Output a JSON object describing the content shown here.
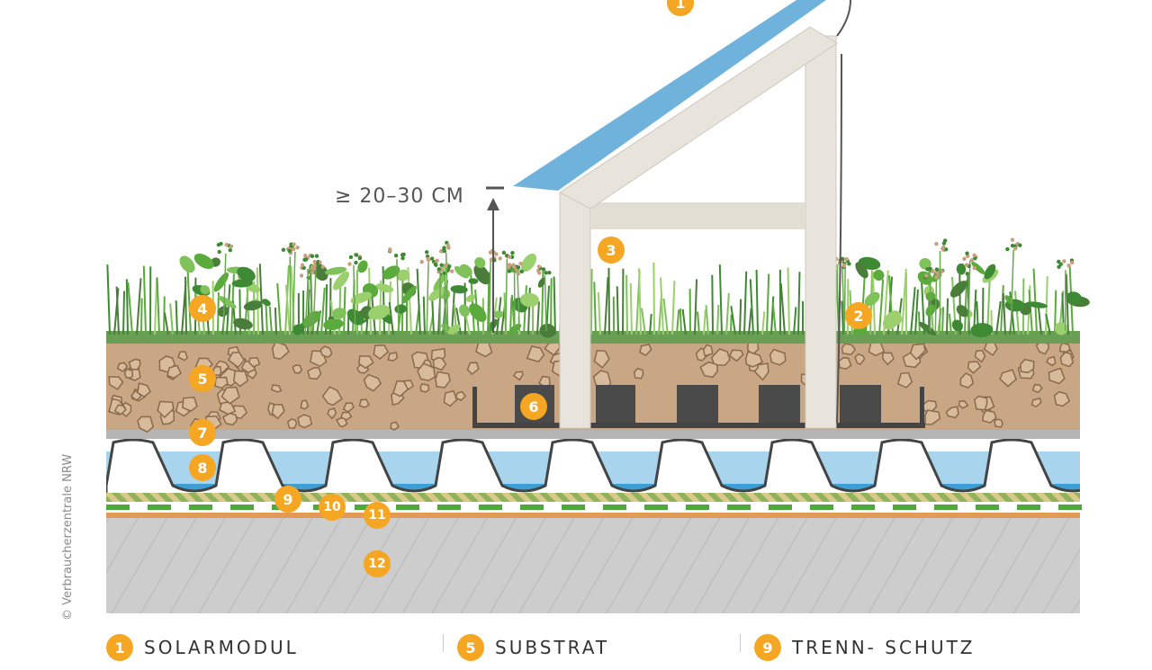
{
  "copyright": "© Verbraucherzentrale NRW",
  "height_label": "≥ 20–30 CM",
  "markers": [
    "1",
    "2",
    "3",
    "4",
    "5",
    "6",
    "7",
    "8",
    "9",
    "10",
    "11",
    "12"
  ],
  "legend": [
    "SOLARMODUL",
    "SUBSTRAT",
    "TRENN- SCHUTZ"
  ],
  "colors": {
    "accent": "#f5a623",
    "solar_panel": "#6fb3dc",
    "frame": "#e8e4dc",
    "substrate": "#c4a07d",
    "water": "#a9d4ee",
    "concrete": "#c9c9c9",
    "plants": "#5aaa3c"
  },
  "icons": [
    "solar-panel-icon",
    "plant-icon",
    "up-arrow-icon"
  ]
}
